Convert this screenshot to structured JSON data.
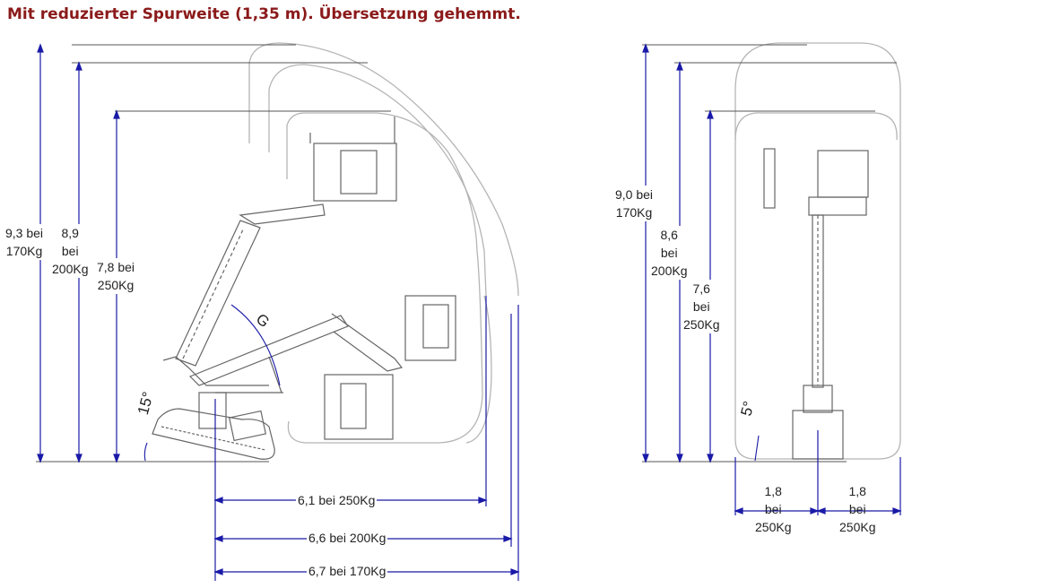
{
  "title": "Mit reduzierter Spurweite (1,35 m). Übersetzung gehemmt.",
  "side_view": {
    "heights": [
      {
        "line1": "9,3 bei",
        "line2": "170Kg"
      },
      {
        "line1": "8,9",
        "line2": "bei",
        "line3": "200Kg"
      },
      {
        "line1": "7,8 bei",
        "line2": "250Kg"
      }
    ],
    "reaches": [
      "6,1 bei 250Kg",
      "6,6 bei 200Kg",
      "6,7 bei 170Kg"
    ],
    "angle_tilt": "15°",
    "angle_label": "G"
  },
  "front_view": {
    "heights": [
      {
        "line1": "9,0 bei",
        "line2": "170Kg"
      },
      {
        "line1": "8,6",
        "line2": "bei",
        "line3": "200Kg"
      },
      {
        "line1": "7,6",
        "line2": "bei",
        "line3": "250Kg"
      }
    ],
    "widths": [
      {
        "line1": "1,8",
        "line2": "bei",
        "line3": "250Kg"
      },
      {
        "line1": "1,8",
        "line2": "bei",
        "line3": "250Kg"
      }
    ],
    "angle_tilt": "5°"
  },
  "colors": {
    "dimension": "#1a1aa8",
    "outline": "#9a9a9a",
    "title": "#8b1a1a"
  }
}
